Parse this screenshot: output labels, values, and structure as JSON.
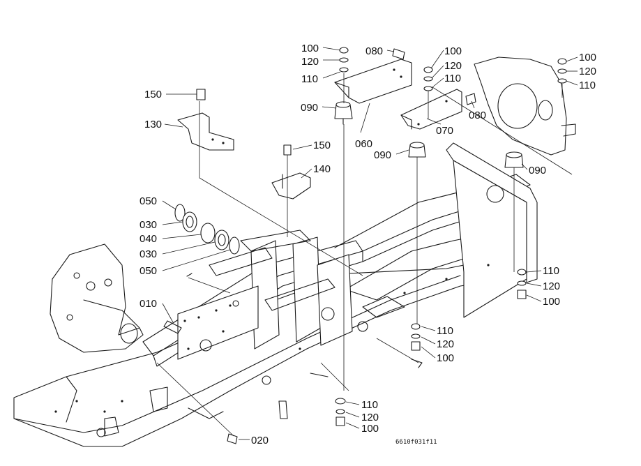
{
  "diagram": {
    "part_callouts": [
      "100",
      "120",
      "110",
      "080",
      "100",
      "120",
      "110",
      "100",
      "120",
      "110",
      "150",
      "130",
      "090",
      "060",
      "070",
      "080",
      "090",
      "090",
      "150",
      "140",
      "050",
      "030",
      "040",
      "030",
      "050",
      "010",
      "110",
      "120",
      "100",
      "110",
      "120",
      "100",
      "110",
      "120",
      "100",
      "020"
    ],
    "drawing_code": "6610f031f11"
  }
}
